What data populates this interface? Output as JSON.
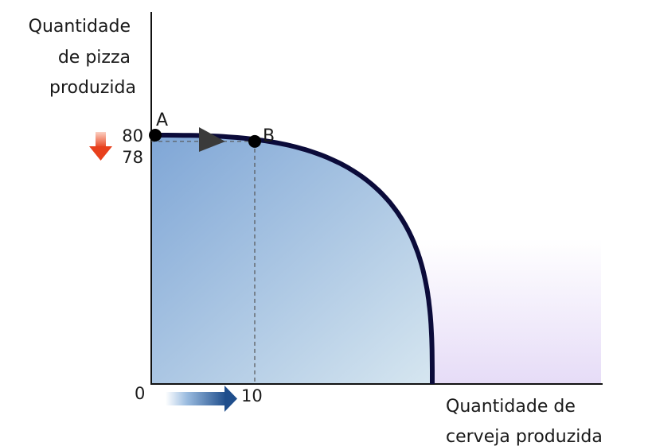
{
  "chart_data": {
    "type": "line",
    "title": "",
    "ylabel_lines": [
      "Quantidade",
      "de pizza",
      "produzida"
    ],
    "xlabel_lines": [
      "Quantidade de",
      "cerveja produzida"
    ],
    "curve": {
      "shape": "concave production possibility frontier",
      "y_intercept": 80,
      "x_intercept_relative": 2.8
    },
    "points": [
      {
        "label": "A",
        "x": 0,
        "y": 80
      },
      {
        "label": "B",
        "x": 10,
        "y": 78
      }
    ],
    "y_ticks": [
      "80",
      "78"
    ],
    "x_ticks": [
      "0",
      "10"
    ],
    "indicators": {
      "y_change": "decrease",
      "x_change": "increase",
      "y_arrow_color": "#e8401c",
      "x_arrow_color": "#1f4e8c"
    },
    "colors": {
      "curve": "#0b0b3a",
      "area_fill_top": "#7fa6d6",
      "area_fill_bottom": "#d6e6f0",
      "background_tint": "#e6dcf7",
      "direction_marker": "#3a3a3a"
    }
  }
}
